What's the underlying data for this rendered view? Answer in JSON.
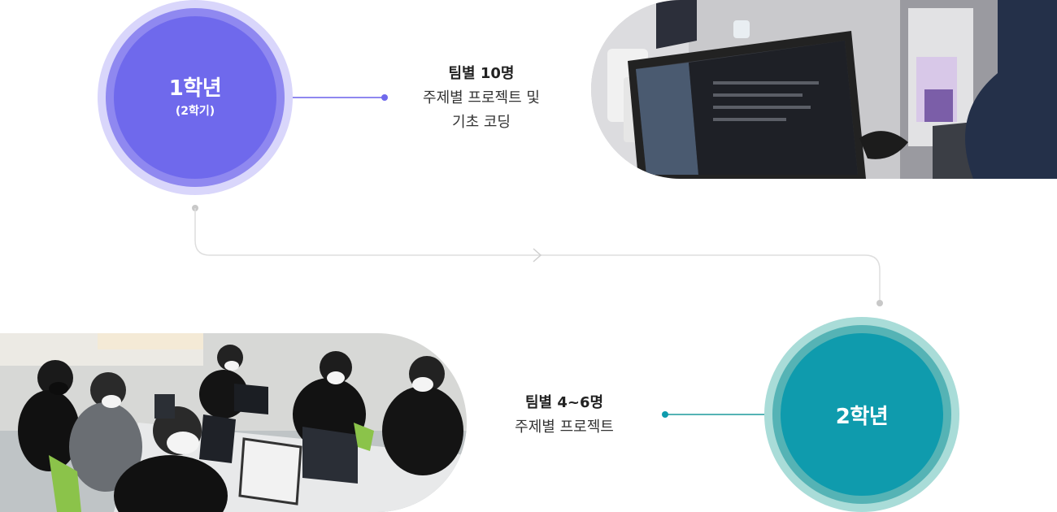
{
  "grade1": {
    "title": "1학년",
    "subtitle": "(2학기)"
  },
  "info1": {
    "headline": "팀별 10명",
    "line1": "주제별 프로젝트 및",
    "line2": "기초 코딩"
  },
  "grade2": {
    "title": "2학년"
  },
  "info2": {
    "headline": "팀별 4~6명",
    "line1": "주제별 프로젝트"
  },
  "colors": {
    "grade1_accent": "#6f69ec",
    "grade2_accent": "#0f9bad",
    "connector": "#d9d9d9"
  }
}
